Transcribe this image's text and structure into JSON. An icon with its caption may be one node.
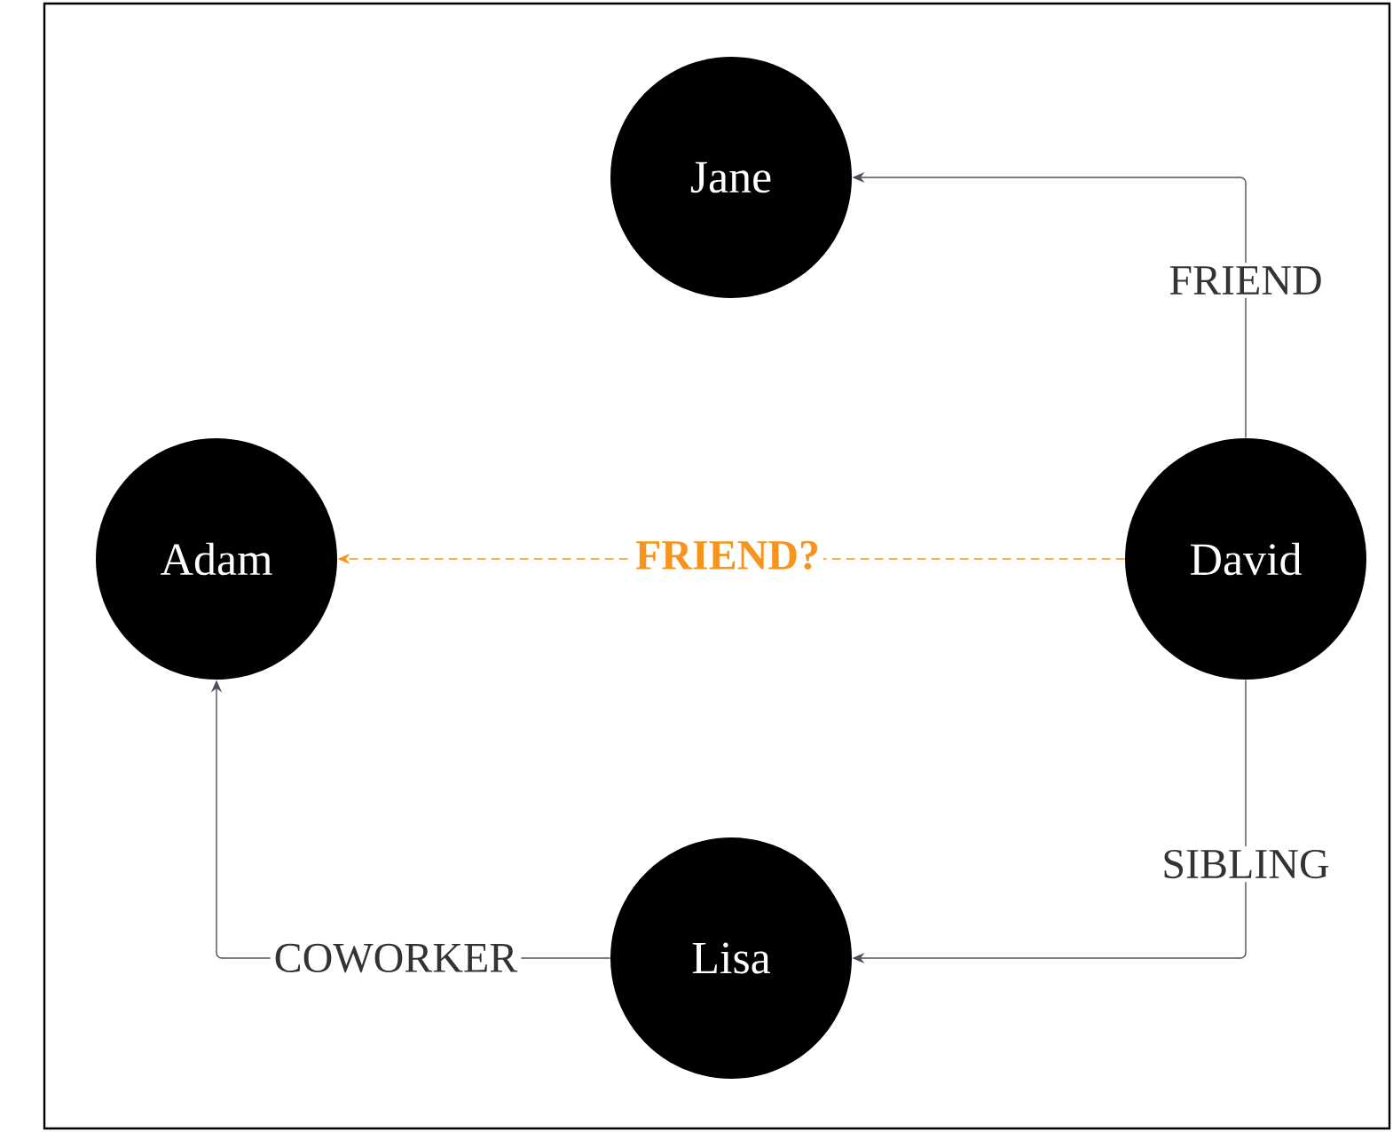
{
  "diagram": {
    "nodes": [
      {
        "text": [
          "Jane"
        ]
      },
      {
        "text": [
          "Adam"
        ]
      },
      {
        "text": [
          "David"
        ]
      },
      {
        "text": [
          "Lisa"
        ]
      }
    ],
    "edges": [
      {
        "from": 2,
        "to": 0,
        "arrow": "to",
        "label": "FRIEND"
      },
      {
        "from": 2,
        "to": 1,
        "arrow": "to",
        "label": "FRIEND?",
        "style": "dashed",
        "color": "#f7941d"
      },
      {
        "from": 2,
        "to": 3,
        "arrow": "to",
        "label": "SIBLING"
      },
      {
        "from": 3,
        "to": 1,
        "arrow": "to",
        "label": "COWORKER"
      }
    ]
  }
}
